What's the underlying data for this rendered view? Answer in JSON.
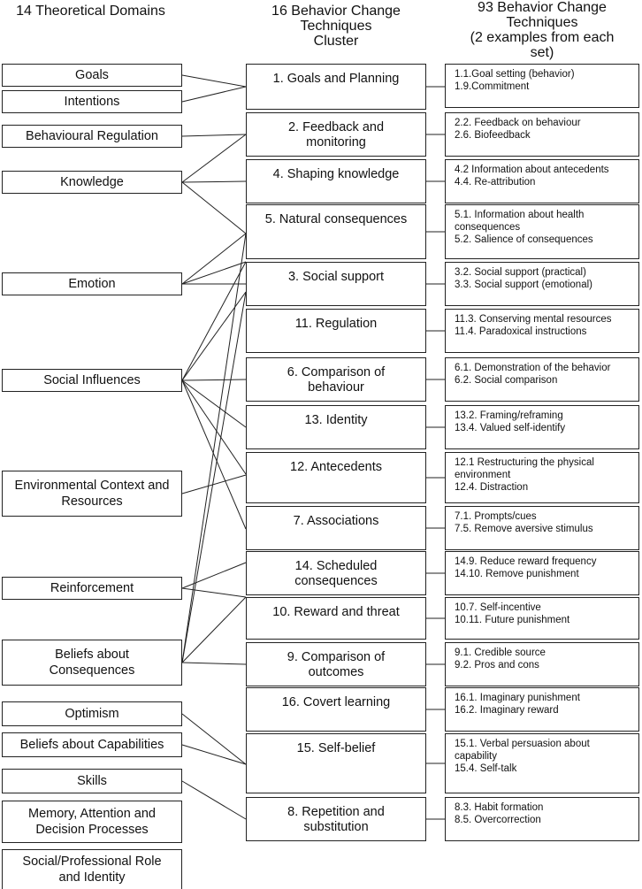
{
  "headers": {
    "domains": "14 Theoretical Domains",
    "clusters": [
      "16 Behavior Change",
      "Techniques",
      "Cluster"
    ],
    "techniques": [
      "93 Behavior Change",
      "Techniques",
      "(2 examples from each",
      "set)"
    ]
  },
  "domains": [
    {
      "id": "goals",
      "lines": [
        "Goals"
      ]
    },
    {
      "id": "intentions",
      "lines": [
        "Intentions"
      ]
    },
    {
      "id": "behavioural-regulation",
      "lines": [
        "Behavioural Regulation"
      ]
    },
    {
      "id": "knowledge",
      "lines": [
        "Knowledge"
      ]
    },
    {
      "id": "emotion",
      "lines": [
        "Emotion"
      ]
    },
    {
      "id": "social-influences",
      "lines": [
        "Social Influences"
      ]
    },
    {
      "id": "environmental-context",
      "lines": [
        "Environmental Context and",
        "Resources"
      ]
    },
    {
      "id": "reinforcement",
      "lines": [
        "Reinforcement"
      ]
    },
    {
      "id": "beliefs-consequences",
      "lines": [
        "Beliefs about",
        "Consequences"
      ]
    },
    {
      "id": "optimism",
      "lines": [
        "Optimism"
      ]
    },
    {
      "id": "beliefs-capabilities",
      "lines": [
        "Beliefs about Capabilities"
      ]
    },
    {
      "id": "skills",
      "lines": [
        "Skills"
      ]
    },
    {
      "id": "memory",
      "lines": [
        "Memory, Attention and",
        "Decision Processes"
      ]
    },
    {
      "id": "social-professional-role",
      "lines": [
        "Social/Professional Role",
        "and Identity"
      ]
    }
  ],
  "clusters": [
    {
      "id": "goals-planning",
      "lines": [
        "1. Goals and Planning"
      ],
      "techniques": [
        "1.1.Goal setting (behavior)",
        "1.9.Commitment"
      ]
    },
    {
      "id": "feedback-monitoring",
      "lines": [
        "2. Feedback and",
        "monitoring"
      ],
      "techniques": [
        "2.2. Feedback on behaviour",
        "2.6. Biofeedback"
      ]
    },
    {
      "id": "shaping-knowledge",
      "lines": [
        "4. Shaping knowledge"
      ],
      "techniques": [
        "4.2 Information about antecedents",
        "4.4. Re-attribution"
      ]
    },
    {
      "id": "natural-consequences",
      "lines": [
        "5. Natural consequences"
      ],
      "techniques": [
        "5.1. Information about health",
        "consequences",
        "5.2. Salience of consequences"
      ]
    },
    {
      "id": "social-support",
      "lines": [
        "3. Social support"
      ],
      "techniques": [
        "3.2. Social support (practical)",
        "3.3. Social support (emotional)"
      ]
    },
    {
      "id": "regulation",
      "lines": [
        "11. Regulation"
      ],
      "techniques": [
        "11.3. Conserving mental resources",
        "11.4. Paradoxical instructions"
      ]
    },
    {
      "id": "comparison-behaviour",
      "lines": [
        "6. Comparison of",
        "behaviour"
      ],
      "techniques": [
        "6.1. Demonstration of the behavior",
        "6.2. Social comparison"
      ]
    },
    {
      "id": "identity",
      "lines": [
        "13. Identity"
      ],
      "techniques": [
        "13.2. Framing/reframing",
        "13.4. Valued self-identify"
      ]
    },
    {
      "id": "antecedents",
      "lines": [
        "12. Antecedents"
      ],
      "techniques": [
        "12.1 Restructuring the physical",
        "environment",
        "12.4. Distraction"
      ]
    },
    {
      "id": "associations",
      "lines": [
        "7. Associations"
      ],
      "techniques": [
        "7.1. Prompts/cues",
        "7.5. Remove aversive stimulus"
      ]
    },
    {
      "id": "scheduled-consequences",
      "lines": [
        "14. Scheduled",
        "consequences"
      ],
      "techniques": [
        "14.9. Reduce reward frequency",
        "14.10. Remove punishment"
      ]
    },
    {
      "id": "reward-threat",
      "lines": [
        "10. Reward and threat"
      ],
      "techniques": [
        "10.7. Self-incentive",
        "10.11. Future punishment"
      ]
    },
    {
      "id": "comparison-outcomes",
      "lines": [
        "9. Comparison of",
        "outcomes"
      ],
      "techniques": [
        "9.1. Credible source",
        "9.2. Pros and cons"
      ]
    },
    {
      "id": "covert-learning",
      "lines": [
        "16. Covert learning"
      ],
      "techniques": [
        "16.1. Imaginary punishment",
        "16.2. Imaginary reward"
      ]
    },
    {
      "id": "self-belief",
      "lines": [
        "15. Self-belief"
      ],
      "techniques": [
        "15.1. Verbal persuasion about",
        "capability",
        "15.4. Self-talk"
      ]
    },
    {
      "id": "repetition-substitution",
      "lines": [
        "8. Repetition and",
        "substitution"
      ],
      "techniques": [
        "8.3. Habit formation",
        "8.5. Overcorrection"
      ]
    }
  ]
}
